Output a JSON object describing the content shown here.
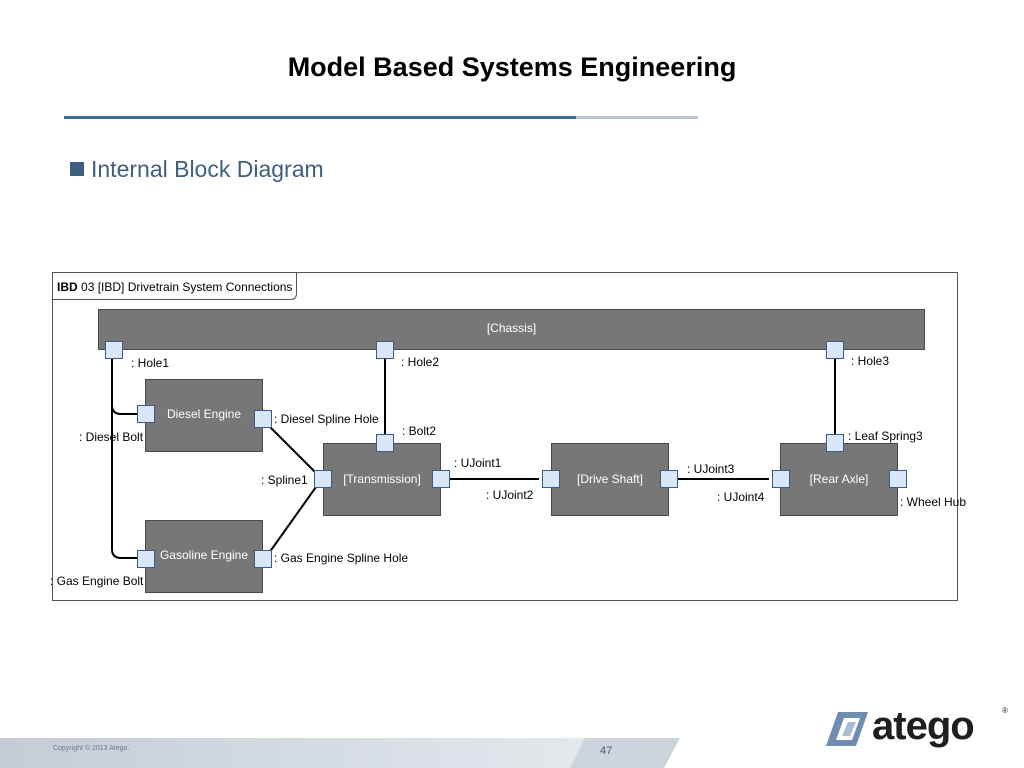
{
  "slide": {
    "title": "Model Based Systems Engineering",
    "bullet": "Internal Block Diagram"
  },
  "diagram": {
    "frame_kind": "IBD",
    "frame_name": "03 [IBD] Drivetrain System Connections",
    "blocks": {
      "chassis": "[Chassis]",
      "diesel_engine": "Diesel Engine",
      "gasoline_engine": "Gasoline Engine",
      "transmission": "[Transmission]",
      "drive_shaft": "[Drive Shaft]",
      "rear_axle": "[Rear Axle]"
    },
    "ports": {
      "hole1": ": Hole1",
      "hole2": ": Hole2",
      "hole3": ": Hole3",
      "diesel_bolt": ": Diesel Bolt",
      "diesel_spline_hole": ": Diesel Spline Hole",
      "bolt2": ": Bolt2",
      "leaf_spring3": ": Leaf Spring3",
      "spline1": ": Spline1",
      "ujoint1": ": UJoint1",
      "ujoint2": ": UJoint2",
      "ujoint3": ": UJoint3",
      "ujoint4": ": UJoint4",
      "wheel_hub": ": Wheel Hub",
      "gas_spline_hole": ": Gas Engine Spline Hole",
      "gas_bolt": ": Gas Engine Bolt"
    }
  },
  "footer": {
    "copyright": "Copyright © 2013 Atego.",
    "page_number": "47",
    "logo_text": "atego",
    "logo_reg": "®"
  },
  "colors": {
    "accent": "#3e5f7f",
    "block_fill": "#777777",
    "port_fill": "#d9e7f7",
    "port_border": "#3a5a8c"
  }
}
